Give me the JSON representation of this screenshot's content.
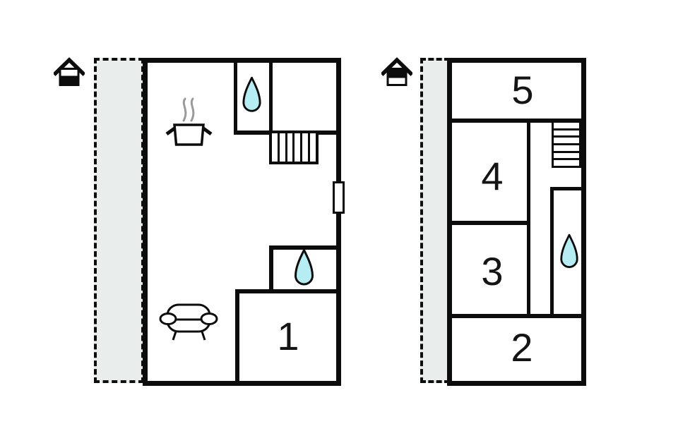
{
  "colors": {
    "wall": "#0c0c0c",
    "terrace_fill": "#e9eeec",
    "drop_fill": "#b5edf2",
    "steam": "#9a9a9a",
    "background": "#ffffff"
  },
  "ground_floor": {
    "marker_icon": "house-ground-floor-icon",
    "rooms": [
      {
        "id": "room-1",
        "label": "1"
      }
    ],
    "features": [
      "terrace-icon",
      "water-drop-icon",
      "water-drop-icon",
      "cooking-pot-icon",
      "sofa-icon",
      "stairs-icon",
      "window-icon"
    ]
  },
  "upper_floor": {
    "marker_icon": "house-upper-floor-icon",
    "rooms": [
      {
        "id": "room-2",
        "label": "2"
      },
      {
        "id": "room-3",
        "label": "3"
      },
      {
        "id": "room-4",
        "label": "4"
      },
      {
        "id": "room-5",
        "label": "5"
      }
    ],
    "features": [
      "terrace-icon",
      "water-drop-icon",
      "stairs-icon"
    ]
  }
}
